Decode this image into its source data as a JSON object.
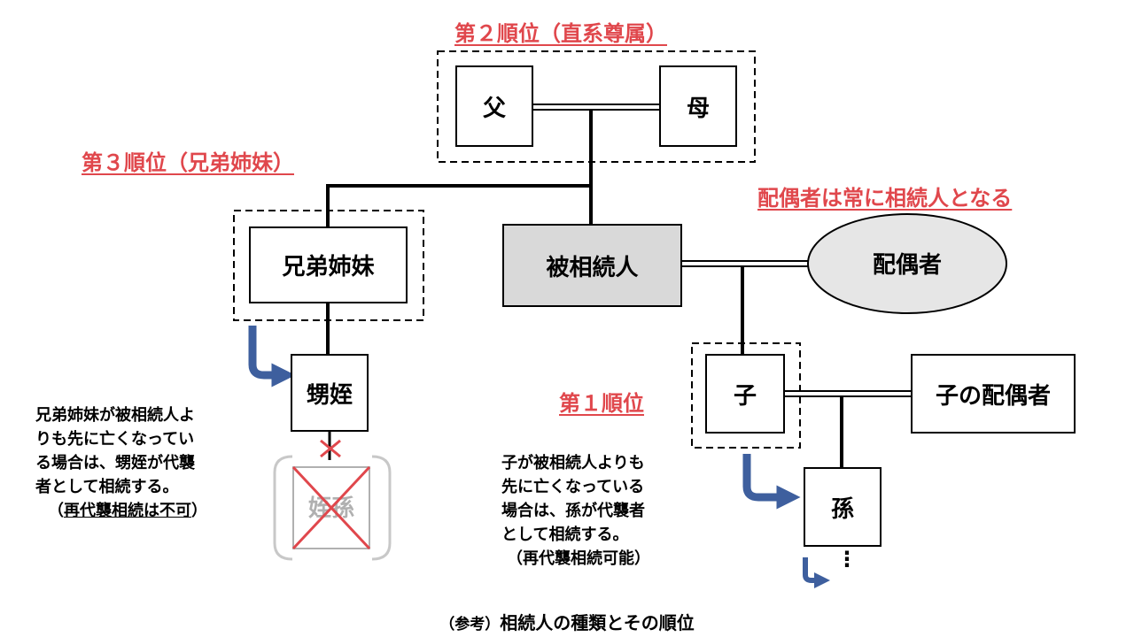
{
  "headings": {
    "rank2": "第２順位（直系尊属）",
    "rank3": "第３順位（兄弟姉妹）",
    "spouse_rule": "配偶者は常に相続人となる",
    "rank1": "第１順位"
  },
  "nodes": {
    "father": "父",
    "mother": "母",
    "decedent": "被相続人",
    "spouse": "配偶者",
    "siblings": "兄弟姉妹",
    "nephew_niece": "甥姪",
    "grandnephew": "姪孫",
    "child": "子",
    "child_spouse": "子の配偶者",
    "grandchild": "孫"
  },
  "notes": {
    "siblings": {
      "line1": "兄弟姉妹が被相続人よ",
      "line2": "りも先に亡くなってい",
      "line3": "る場合は、甥姪が代襲",
      "line4": "者として相続する。",
      "line5_open": "（",
      "line5_text": "再代襲相続は不可",
      "line5_close": "）"
    },
    "child": {
      "line1": "子が被相続人よりも",
      "line2": "先に亡くなっている",
      "line3": "場合は、孫が代襲者",
      "line4": "として相続する。",
      "line5": "（再代襲相続可能）"
    }
  },
  "continuation": "⋮",
  "caption": {
    "prefix": "（参考）",
    "text": "相続人の種類とその順位"
  },
  "colors": {
    "heading": "#e0474c",
    "arrow": "#3e5f9e",
    "decedent_fill": "#d9d9d9",
    "spouse_fill": "#e6e6e6",
    "cross": "#e0474c",
    "disabled": "#b0b0b0"
  }
}
